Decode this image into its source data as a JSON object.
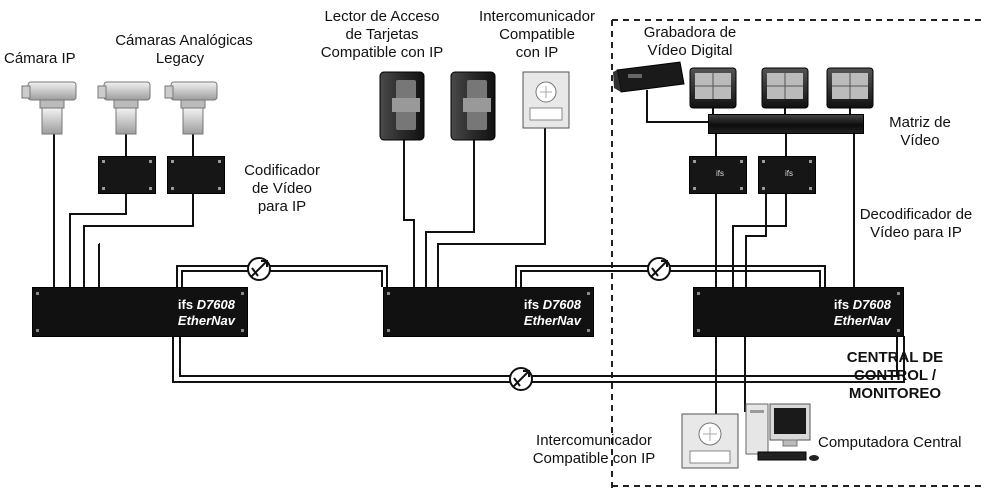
{
  "labels": {
    "ip_camera": "Cámara IP",
    "analog_cameras_1": "Cámaras Analógicas",
    "analog_cameras_2": "Legacy",
    "card_reader_1": "Lector de Acceso",
    "card_reader_2": "de Tarjetas",
    "card_reader_3": "Compatible con IP",
    "intercom_top_1": "Intercomunicador",
    "intercom_top_2": "Compatible",
    "intercom_top_3": "con IP",
    "dvr_1": "Grabadora de",
    "dvr_2": "Vídeo Digital",
    "matrix_1": "Matriz de",
    "matrix_2": "Vídeo",
    "encoder_1": "Codificador",
    "encoder_2": "de Vídeo",
    "encoder_3": "para IP",
    "decoder_1": "Decodificador de",
    "decoder_2": "Vídeo para IP",
    "central_1": "CENTRAL DE",
    "central_2": "CONTROL /",
    "central_3": "MONITOREO",
    "intercom_bottom_1": "Intercomunicador",
    "intercom_bottom_2": "Compatible con IP",
    "computer": "Computadora Central"
  },
  "units": {
    "brand": "ifs",
    "model": "D7608",
    "name": "EtherNav"
  },
  "encoder_text": "ifs"
}
